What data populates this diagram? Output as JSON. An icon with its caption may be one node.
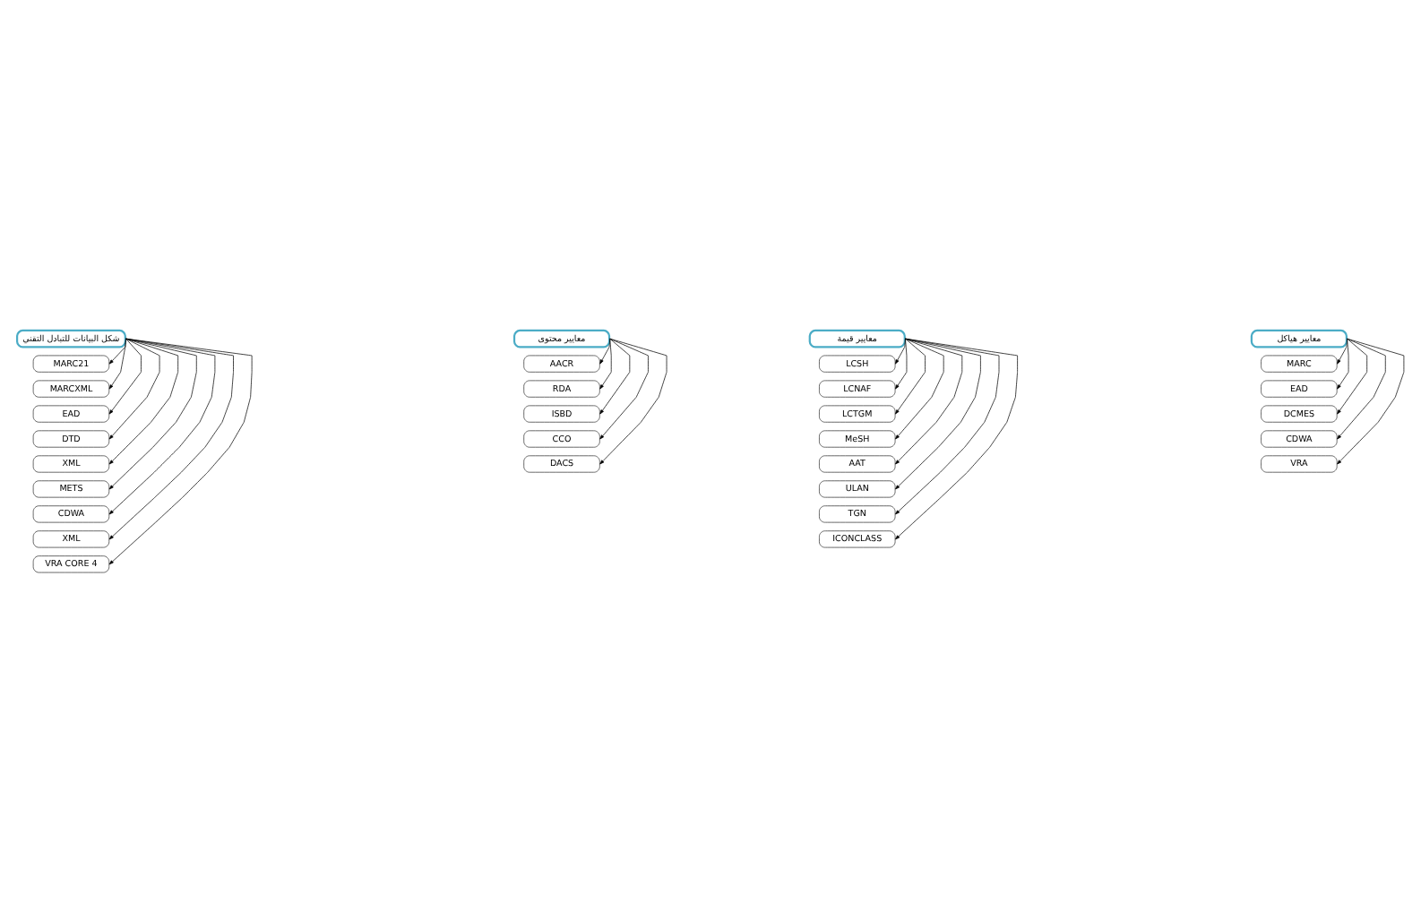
{
  "diagram": {
    "nodes": [
      {
        "text": [
          "معايير هياكل"
        ]
      },
      {
        "text": [
          "MARC"
        ]
      },
      {
        "text": [
          "EAD"
        ]
      },
      {
        "text": [
          "DCMES"
        ]
      },
      {
        "text": [
          "CDWA"
        ]
      },
      {
        "text": [
          "VRA"
        ]
      },
      {
        "text": [
          "معايير قيمة"
        ]
      },
      {
        "text": [
          "LCSH"
        ]
      },
      {
        "text": [
          "LCNAF"
        ]
      },
      {
        "text": [
          "LCTGM"
        ]
      },
      {
        "text": [
          "MeSH"
        ]
      },
      {
        "text": [
          "AAT"
        ]
      },
      {
        "text": [
          "ULAN"
        ]
      },
      {
        "text": [
          "TGN"
        ]
      },
      {
        "text": [
          "ICONCLASS"
        ]
      },
      {
        "text": [
          "معايير محتوى"
        ]
      },
      {
        "text": [
          "AACR"
        ]
      },
      {
        "text": [
          "RDA"
        ]
      },
      {
        "text": [
          "ISBD"
        ]
      },
      {
        "text": [
          "CCO"
        ]
      },
      {
        "text": [
          "DACS"
        ]
      },
      {
        "text": [
          "شكل البيانات للتبادل التقني"
        ]
      },
      {
        "text": [
          "MARC21"
        ]
      },
      {
        "text": [
          "MARCXML"
        ]
      },
      {
        "text": [
          "EAD"
        ]
      },
      {
        "text": [
          "DTD"
        ]
      },
      {
        "text": [
          "XML"
        ]
      },
      {
        "text": [
          "METS"
        ]
      },
      {
        "text": [
          "CDWA"
        ]
      },
      {
        "text": [
          "XML"
        ]
      },
      {
        "text": [
          "VRA CORE 4"
        ]
      }
    ],
    "edges": [
      {
        "from": 0,
        "to": 1,
        "arrow": "to"
      },
      {
        "from": 0,
        "to": 2,
        "arrow": "to"
      },
      {
        "from": 0,
        "to": 3,
        "arrow": "to"
      },
      {
        "from": 0,
        "to": 4,
        "arrow": "to"
      },
      {
        "from": 0,
        "to": 5,
        "arrow": "to"
      },
      {
        "from": 6,
        "to": 7,
        "arrow": "to"
      },
      {
        "from": 6,
        "to": 8,
        "arrow": "to"
      },
      {
        "from": 6,
        "to": 9,
        "arrow": "to"
      },
      {
        "from": 6,
        "to": 10,
        "arrow": "to"
      },
      {
        "from": 6,
        "to": 11,
        "arrow": "to"
      },
      {
        "from": 6,
        "to": 12,
        "arrow": "to"
      },
      {
        "from": 6,
        "to": 13,
        "arrow": "to"
      },
      {
        "from": 6,
        "to": 14,
        "arrow": "to"
      },
      {
        "from": 15,
        "to": 16,
        "arrow": "to"
      },
      {
        "from": 15,
        "to": 17,
        "arrow": "to"
      },
      {
        "from": 15,
        "to": 18,
        "arrow": "to"
      },
      {
        "from": 15,
        "to": 19,
        "arrow": "to"
      },
      {
        "from": 15,
        "to": 20,
        "arrow": "to"
      },
      {
        "from": 21,
        "to": 22,
        "arrow": "to"
      },
      {
        "from": 21,
        "to": 23,
        "arrow": "to"
      },
      {
        "from": 21,
        "to": 24,
        "arrow": "to"
      },
      {
        "from": 21,
        "to": 25,
        "arrow": "to"
      },
      {
        "from": 21,
        "to": 26,
        "arrow": "to"
      },
      {
        "from": 21,
        "to": 27,
        "arrow": "to"
      },
      {
        "from": 21,
        "to": 28,
        "arrow": "to"
      },
      {
        "from": 21,
        "to": 29,
        "arrow": "to"
      },
      {
        "from": 21,
        "to": 30,
        "arrow": "to"
      }
    ]
  }
}
